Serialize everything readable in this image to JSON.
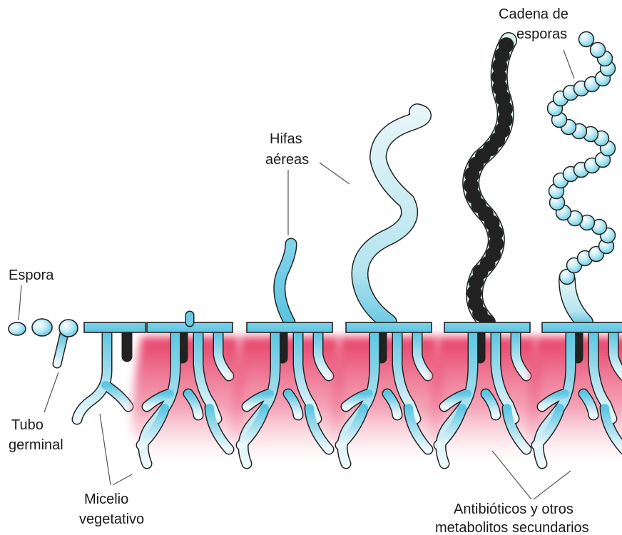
{
  "labels": {
    "spore": "Espora",
    "germ_tube_1": "Tubo",
    "germ_tube_2": "germinal",
    "vegetative_1": "Micelio",
    "vegetative_2": "vegetativo",
    "aerial_1": "Hifas",
    "aerial_2": "aéreas",
    "spore_chain_1": "Cadena de",
    "spore_chain_2": "esporas",
    "antibiotics_1": "Antibióticos y otros",
    "antibiotics_2": "metabolitos secundarios"
  },
  "colors": {
    "hypha_light": "#e8f8fb",
    "hypha_mid": "#9fe0ee",
    "hypha_dark": "#5cc7e3",
    "metabolite": "#e8436a",
    "outline": "#222222"
  }
}
